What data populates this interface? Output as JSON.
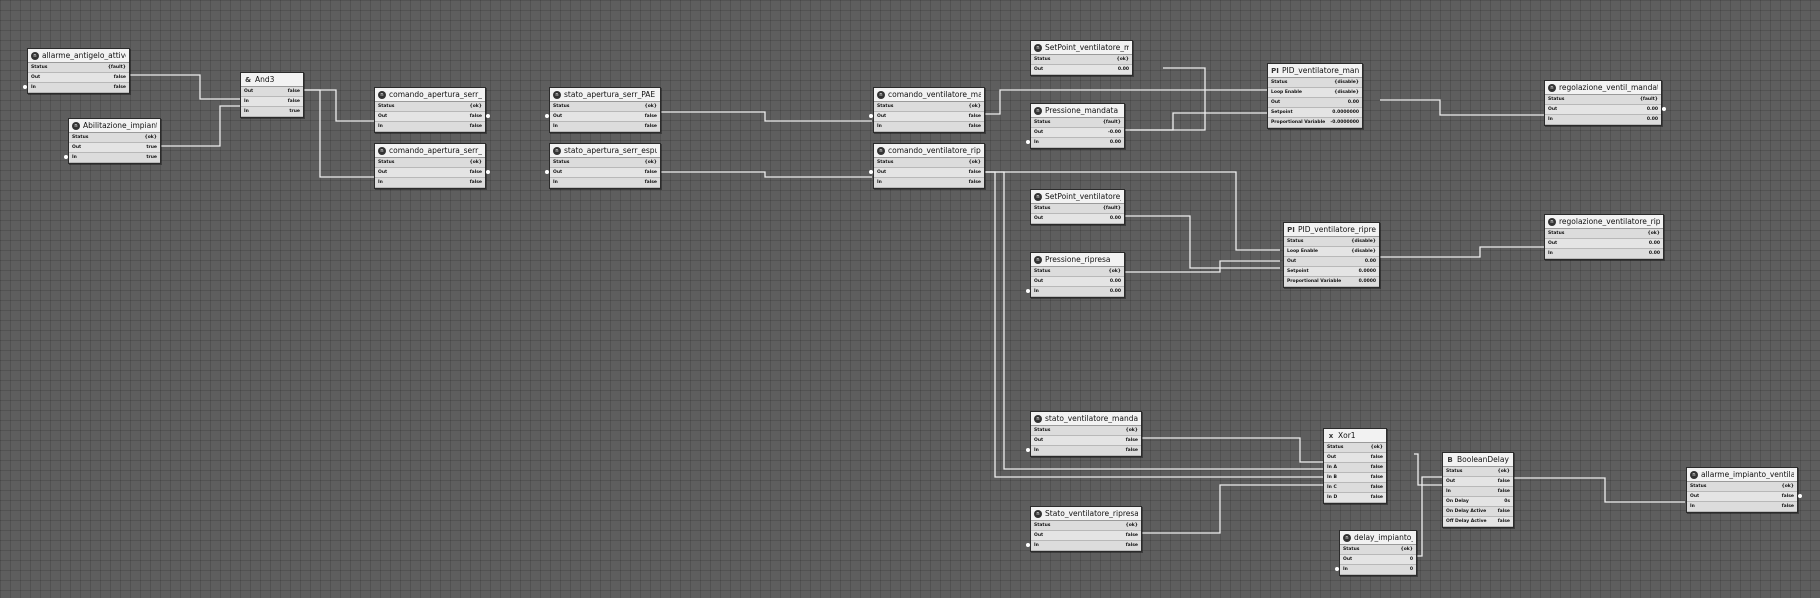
{
  "nodes": [
    {
      "title": "allarme_antigelo_attivo_bassa",
      "icon": "n",
      "slots": [
        {
          "name": "Status",
          "value": "{fault}"
        },
        {
          "name": "Out",
          "value": "false"
        },
        {
          "name": "In",
          "value": "false"
        }
      ]
    },
    {
      "title": "Abilitazione_impianto",
      "icon": "n",
      "slots": [
        {
          "name": "Status",
          "value": "{ok}"
        },
        {
          "name": "Out",
          "value": "true"
        },
        {
          "name": "In",
          "value": "true"
        }
      ]
    },
    {
      "title": "And3",
      "icon": "&",
      "slots": [
        {
          "name": "Out",
          "value": "false"
        },
        {
          "name": "In",
          "value": "false"
        },
        {
          "name": "In",
          "value": "true"
        }
      ]
    },
    {
      "title": "comando_apertura_serr_PAE",
      "icon": "n",
      "slots": [
        {
          "name": "Status",
          "value": "{ok}"
        },
        {
          "name": "Out",
          "value": "false"
        },
        {
          "name": "In",
          "value": "false"
        }
      ]
    },
    {
      "title": "comando_apertura_serr_espuls",
      "icon": "n",
      "slots": [
        {
          "name": "Status",
          "value": "{ok}"
        },
        {
          "name": "Out",
          "value": "false"
        },
        {
          "name": "In",
          "value": "false"
        }
      ]
    },
    {
      "title": "stato_apertura_serr_PAE",
      "icon": "n",
      "slots": [
        {
          "name": "Status",
          "value": "{ok}"
        },
        {
          "name": "Out",
          "value": "false"
        },
        {
          "name": "In",
          "value": "false"
        }
      ]
    },
    {
      "title": "stato_apertura_serr_espulsione",
      "icon": "n",
      "slots": [
        {
          "name": "Status",
          "value": "{ok}"
        },
        {
          "name": "Out",
          "value": "false"
        },
        {
          "name": "In",
          "value": "false"
        }
      ]
    },
    {
      "title": "comando_ventilatore_mandata",
      "icon": "n",
      "slots": [
        {
          "name": "Status",
          "value": "{ok}"
        },
        {
          "name": "Out",
          "value": "false"
        },
        {
          "name": "In",
          "value": "false"
        }
      ]
    },
    {
      "title": "comando_ventilatore_ripresa",
      "icon": "n",
      "slots": [
        {
          "name": "Status",
          "value": "{ok}"
        },
        {
          "name": "Out",
          "value": "false"
        },
        {
          "name": "In",
          "value": "false"
        }
      ]
    },
    {
      "title": "SetPoint_ventilatore_mandata",
      "icon": "n",
      "slots": [
        {
          "name": "Status",
          "value": "{ok}"
        },
        {
          "name": "Out",
          "value": "0.00"
        }
      ]
    },
    {
      "title": "Pressione_mandata",
      "icon": "n",
      "slots": [
        {
          "name": "Status",
          "value": "{fault}"
        },
        {
          "name": "Out",
          "value": "-0.00"
        },
        {
          "name": "In",
          "value": "0.00"
        }
      ]
    },
    {
      "title": "SetPoint_ventilatore_ripre...",
      "icon": "n",
      "slots": [
        {
          "name": "Status",
          "value": "{fault}"
        },
        {
          "name": "Out",
          "value": "0.00"
        }
      ]
    },
    {
      "title": "Pressione_ripresa",
      "icon": "n",
      "slots": [
        {
          "name": "Status",
          "value": "{ok}"
        },
        {
          "name": "Out",
          "value": "0.00"
        },
        {
          "name": "In",
          "value": "0.00"
        }
      ]
    },
    {
      "title": "PID_ventilatore_mandata",
      "icon": "PI",
      "slots": [
        {
          "name": "Status",
          "value": "{disable}"
        },
        {
          "name": "Loop Enable",
          "value": "{disable}"
        },
        {
          "name": "Out",
          "value": "0.00"
        },
        {
          "name": "Setpoint",
          "value": "0.0000000"
        },
        {
          "name": "Proportional Variable",
          "value": "-0.0000000"
        }
      ]
    },
    {
      "title": "PID_ventilatore_ripresa",
      "icon": "PI",
      "slots": [
        {
          "name": "Status",
          "value": "{disable}"
        },
        {
          "name": "Loop Enable",
          "value": "{disable}"
        },
        {
          "name": "Out",
          "value": "0.00"
        },
        {
          "name": "Setpoint",
          "value": "0.0000"
        },
        {
          "name": "Proportional Variable",
          "value": "0.0000"
        }
      ]
    },
    {
      "title": "regolazione_ventil_mandata",
      "icon": "n",
      "slots": [
        {
          "name": "Status",
          "value": "{fault}"
        },
        {
          "name": "Out",
          "value": "0.00"
        },
        {
          "name": "In",
          "value": "0.00"
        }
      ]
    },
    {
      "title": "regolazione_ventilatore_ripresa",
      "icon": "n",
      "slots": [
        {
          "name": "Status",
          "value": "{ok}"
        },
        {
          "name": "Out",
          "value": "0.00"
        },
        {
          "name": "In",
          "value": "0.00"
        }
      ]
    },
    {
      "title": "stato_ventilatore_mandata",
      "icon": "n",
      "slots": [
        {
          "name": "Status",
          "value": "{ok}"
        },
        {
          "name": "Out",
          "value": "false"
        },
        {
          "name": "In",
          "value": "false"
        }
      ]
    },
    {
      "title": "Stato_ventilatore_ripresa",
      "icon": "n",
      "slots": [
        {
          "name": "Status",
          "value": "{ok}"
        },
        {
          "name": "Out",
          "value": "false"
        },
        {
          "name": "In",
          "value": "false"
        }
      ]
    },
    {
      "title": "Xor1",
      "icon": "x",
      "slots": [
        {
          "name": "Status",
          "value": "{ok}"
        },
        {
          "name": "Out",
          "value": "false"
        },
        {
          "name": "In A",
          "value": "false"
        },
        {
          "name": "In B",
          "value": "false"
        },
        {
          "name": "In C",
          "value": "false"
        },
        {
          "name": "In D",
          "value": "false"
        }
      ]
    },
    {
      "title": "BooleanDelay",
      "icon": "B",
      "slots": [
        {
          "name": "Status",
          "value": "{ok}"
        },
        {
          "name": "Out",
          "value": "false"
        },
        {
          "name": "In",
          "value": "false"
        },
        {
          "name": "On Delay",
          "value": "0s"
        },
        {
          "name": "On Delay Active",
          "value": "false"
        },
        {
          "name": "Off Delay Active",
          "value": "false"
        }
      ]
    },
    {
      "title": "delay_impianto_ritardo",
      "icon": "n",
      "slots": [
        {
          "name": "Status",
          "value": "{ok}"
        },
        {
          "name": "Out",
          "value": "0"
        },
        {
          "name": "In",
          "value": "0"
        }
      ]
    },
    {
      "title": "allarme_impianto_ventilatori",
      "icon": "n",
      "slots": [
        {
          "name": "Status",
          "value": "{ok}"
        },
        {
          "name": "Out",
          "value": "false"
        },
        {
          "name": "In",
          "value": "false"
        }
      ]
    }
  ]
}
